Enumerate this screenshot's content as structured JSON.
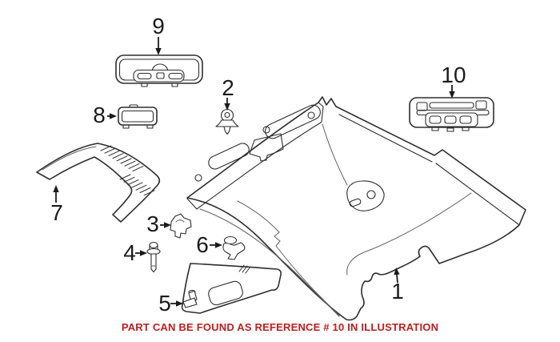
{
  "note": {
    "text": "PART CAN BE FOUND AS REFERENCE # 10 IN ILLUSTRATION",
    "color": "#c21d1d"
  },
  "diagram": {
    "background": "#ffffff",
    "line_color": "#2e2e2e",
    "label_color": "#1b1b1b",
    "parts": [
      {
        "ref": "1"
      },
      {
        "ref": "2"
      },
      {
        "ref": "3"
      },
      {
        "ref": "4"
      },
      {
        "ref": "5"
      },
      {
        "ref": "6"
      },
      {
        "ref": "7"
      },
      {
        "ref": "8"
      },
      {
        "ref": "9"
      },
      {
        "ref": "10"
      }
    ]
  }
}
